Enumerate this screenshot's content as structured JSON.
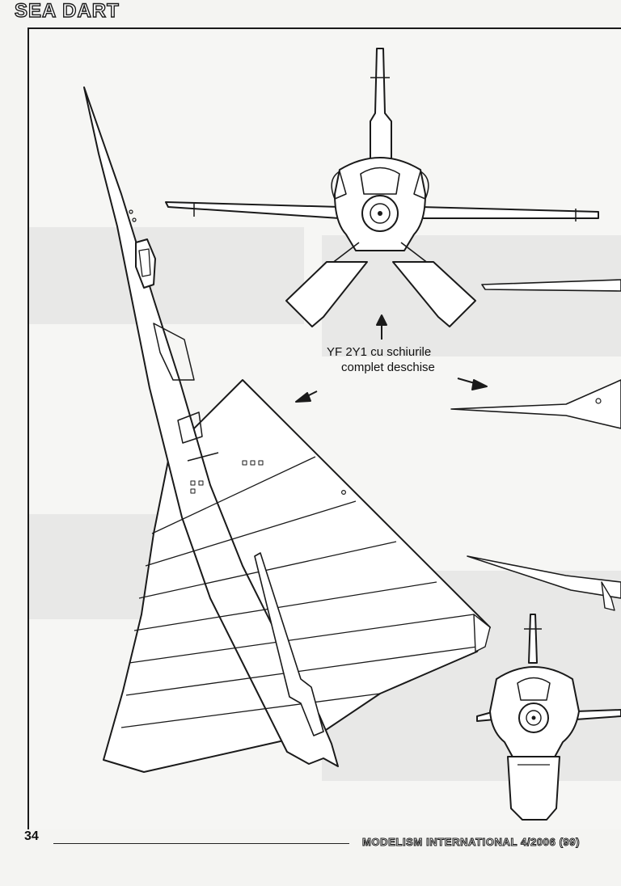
{
  "header": {
    "title": "SEA DART"
  },
  "caption": {
    "line1": "YF 2Y1 cu schiurile",
    "line2": "complet deschise"
  },
  "footer": {
    "page_number": "34",
    "publication": "MODELISM INTERNATIONAL 4/2006 (99)"
  },
  "icons": [
    "arrow-up-icon",
    "arrow-left-icon",
    "arrow-right-icon"
  ],
  "colors": {
    "ink": "#1a1a1a",
    "paper": "#f4f4f2",
    "bleed_through": "#9a9a9a"
  }
}
